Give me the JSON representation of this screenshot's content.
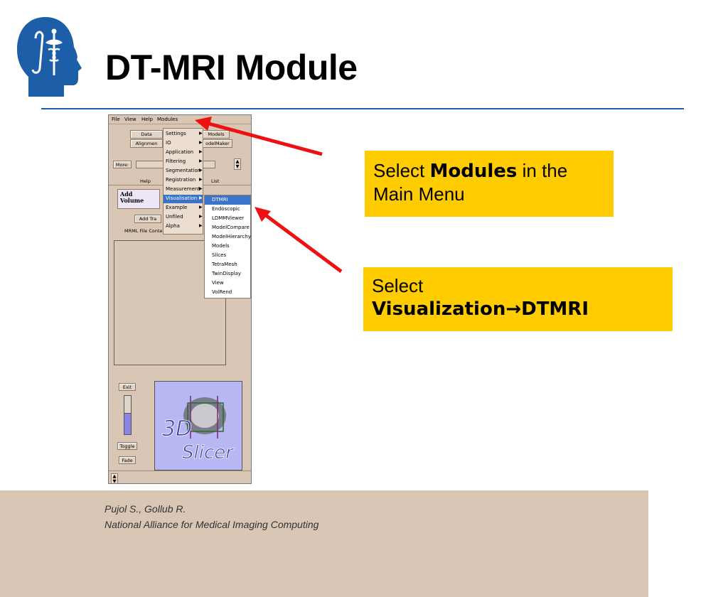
{
  "slide": {
    "title": "DT-MRI Module",
    "footer_line1": "Pujol S., Gollub R.",
    "footer_line2": "National Alliance for Medical Imaging Computing"
  },
  "callout1": {
    "pre": "Select ",
    "bold": "Modules",
    "post": " in the Main Menu"
  },
  "callout2": {
    "pre": "Select ",
    "bold": "Visualization→DTMRI"
  },
  "app": {
    "menu": [
      "File",
      "View",
      "Help",
      "Modules"
    ],
    "buttons": {
      "data": "Data",
      "models": "Models",
      "alignments": "Alignmen",
      "modelmaker": "odelMaker",
      "more": "More:",
      "help": "Help",
      "list": "List",
      "add_volume_1": "Add",
      "add_volume_2": "Volume",
      "add_transform": "Add Tra",
      "mrml_label": "MRML File Contents (current sce",
      "exit": "Exit",
      "toggle": "Toggle",
      "fade": "Fade"
    },
    "modules_menu": [
      "Settings",
      "IO",
      "Application",
      "Filtering",
      "Segmentation",
      "Registration",
      "Measurement",
      "Visualisation",
      "Example",
      "Unfiled",
      "Alpha"
    ],
    "visualisation_submenu": [
      "DTMRI",
      "Endoscopic",
      "LDMMViewer",
      "ModelCompare",
      "ModelHierarchy",
      "Models",
      "Slices",
      "TetraMesh",
      "TwinDisplay",
      "View",
      "VolRend"
    ],
    "selected_module": "Visualisation",
    "selected_submodule": "DTMRI",
    "logo_text_1": "3D",
    "logo_text_2": "Slicer"
  },
  "colors": {
    "accent": "#1c5fa8",
    "callout": "#ffcc00",
    "arrow": "#ee1111",
    "selection": "#3a74c8"
  }
}
